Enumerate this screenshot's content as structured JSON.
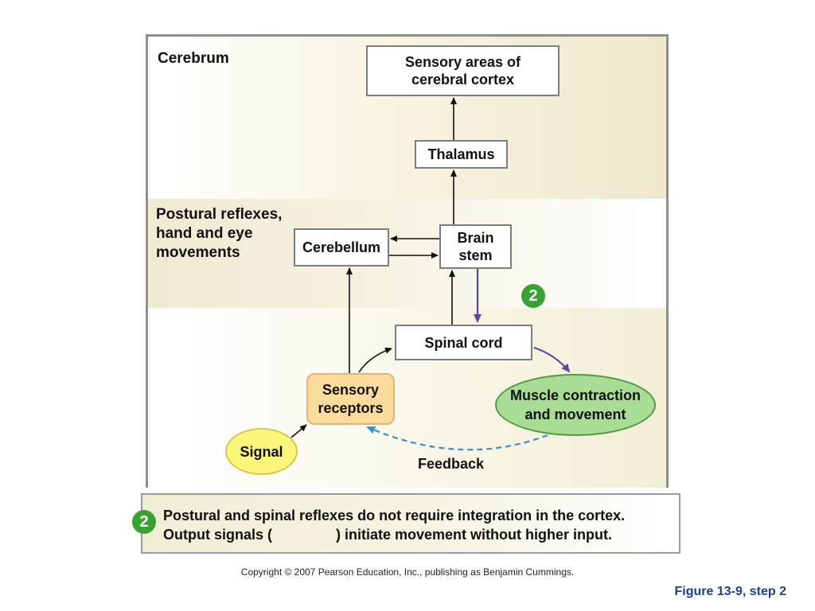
{
  "regions": {
    "cerebrum": "Cerebrum",
    "postural": "Postural reflexes,\nhand and eye\nmovements"
  },
  "boxes": {
    "sensory_areas": "Sensory areas of\ncerebral cortex",
    "thalamus": "Thalamus",
    "brain_stem": "Brain\nstem",
    "cerebellum": "Cerebellum",
    "spinal_cord": "Spinal cord",
    "sensory_receptors": "Sensory\nreceptors",
    "muscle": "Muscle contraction\nand movement",
    "signal": "Signal"
  },
  "feedback": "Feedback",
  "step_badge": "2",
  "caption": {
    "badge": "2",
    "line1": "Postural and spinal reflexes do not require integration in the cortex.",
    "line2_before": "Output signals (",
    "line2_after": ") initiate movement without higher input."
  },
  "copyright": "Copyright © 2007 Pearson Education, Inc., publishing as Benjamin Cummings.",
  "figure_label": "Figure 13-9, step 2",
  "colors": {
    "output_arrow": "#5a4a9c",
    "feedback_arrow": "#3a8fc7",
    "step_green": "#3aa135"
  }
}
